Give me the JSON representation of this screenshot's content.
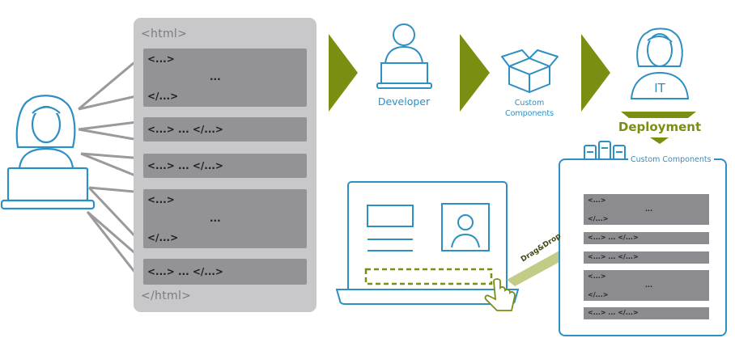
{
  "html_panel": {
    "open_tag": "<html>",
    "close_tag": "</html>",
    "blocks": [
      {
        "open": "<...>",
        "middle": "...",
        "close": "</...>"
      },
      {
        "inline": "<...> ... </...>"
      },
      {
        "inline": "<...> ... </...>"
      },
      {
        "open": "<...>",
        "middle": "...",
        "close": "</...>"
      },
      {
        "inline": "<...> ... </...>"
      }
    ]
  },
  "flow": {
    "developer_label": "Developer",
    "custom_components_label_line1": "Custom",
    "custom_components_label_line2": "Components",
    "it_label": "IT",
    "deployment_label": "Deployment"
  },
  "library": {
    "title": "Custom Components",
    "items": [
      {
        "open": "<...>",
        "middle": "...",
        "close": "</...>"
      },
      {
        "inline": "<...> ... </...>"
      },
      {
        "inline": "<...> ... </...>"
      },
      {
        "open": "<...>",
        "middle": "...",
        "close": "</...>"
      },
      {
        "inline": "<...> ... </...>"
      }
    ]
  },
  "drag_label": "Drag&Drop",
  "colors": {
    "blue": "#2e8fc2",
    "olive": "#7a8e12",
    "panel_gray": "#c8c7c9",
    "block_gray": "#939296"
  }
}
